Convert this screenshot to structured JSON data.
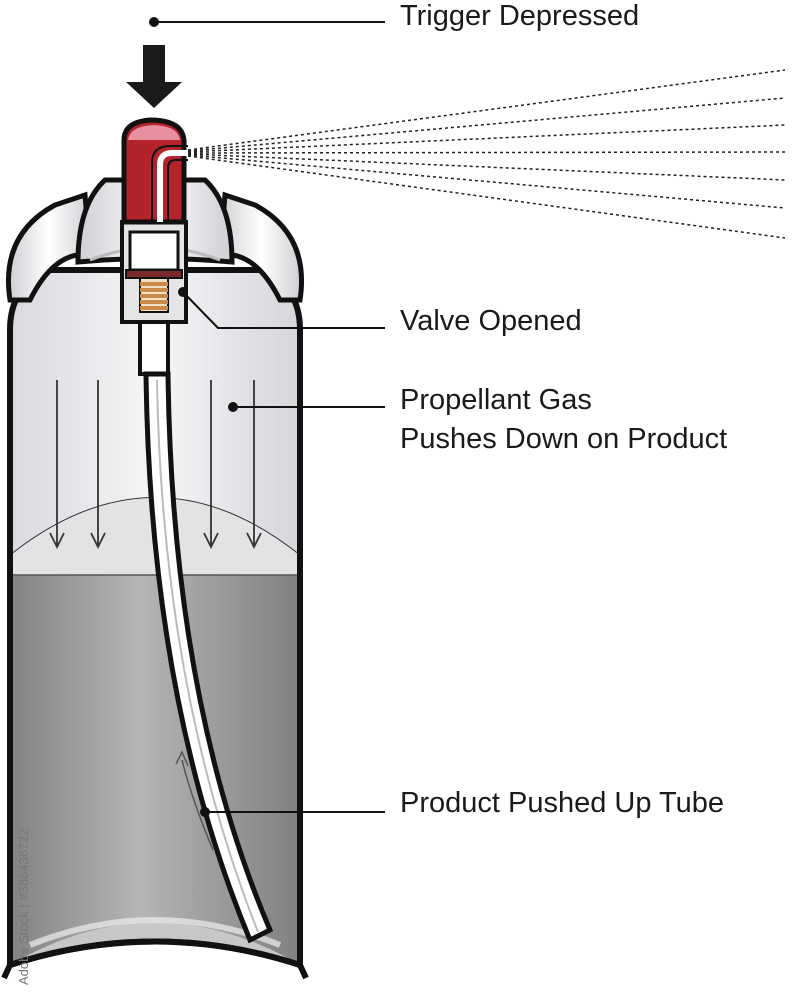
{
  "labels": {
    "trigger": "Trigger Depressed",
    "valve": "Valve Opened",
    "propellant_line1": "Propellant Gas",
    "propellant_line2": "Pushes Down on Product",
    "product": "Product Pushed Up Tube"
  },
  "watermark": "Adobe Stock | #386436722",
  "colors": {
    "outline": "#111111",
    "can_gas": "#e9e9ec",
    "product_liquid": "#9a9c9c",
    "actuator": "#b3232b",
    "actuator_top": "#e88fa0",
    "spring": "#c98a4a",
    "tube": "#ffffff"
  }
}
